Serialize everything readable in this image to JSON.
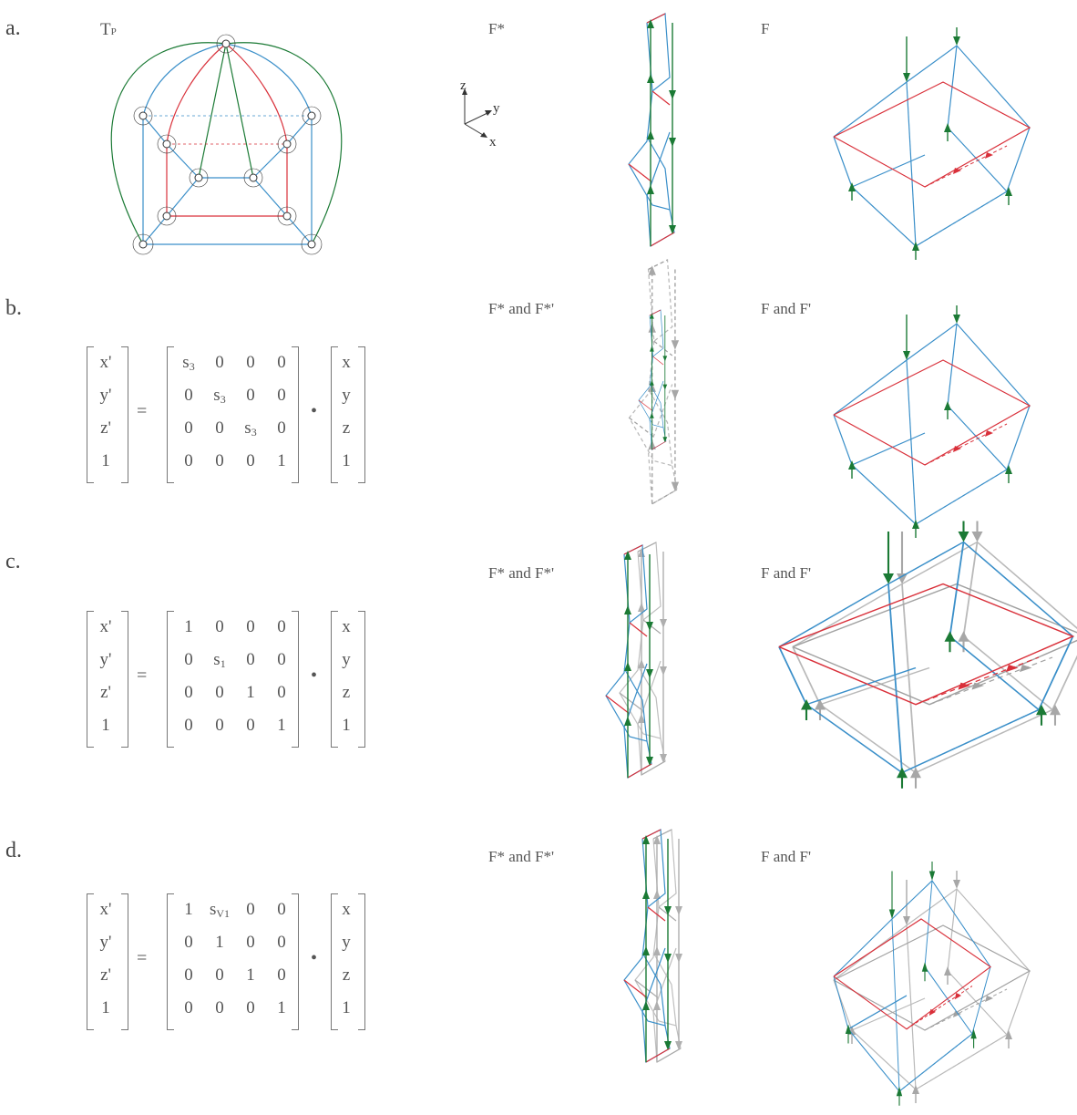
{
  "colors": {
    "blue": "#3a8fc9",
    "red": "#d9303a",
    "green": "#1b7a35",
    "gray": "#888888"
  },
  "rows": [
    {
      "label": "a.",
      "dual_title": "F*",
      "form_title": "F"
    },
    {
      "label": "b.",
      "dual_title": "F* and F*'",
      "form_title": "F and F'"
    },
    {
      "label": "c.",
      "dual_title": "F* and F*'",
      "form_title": "F and F'"
    },
    {
      "label": "d.",
      "dual_title": "F* and F*'",
      "form_title": "F and F'"
    }
  ],
  "tp_title": {
    "main": "T",
    "sub": "P"
  },
  "axes": {
    "z": "z",
    "y": "y",
    "x": "x"
  },
  "equals": "=",
  "dot": "•",
  "matrices": [
    {
      "lhs": [
        "x'",
        "y'",
        "z'",
        "1"
      ],
      "m": [
        [
          "s3",
          "0",
          "0",
          "0"
        ],
        [
          "0",
          "s3",
          "0",
          "0"
        ],
        [
          "0",
          "0",
          "s3",
          "0"
        ],
        [
          "0",
          "0",
          "0",
          "1"
        ]
      ],
      "rhs": [
        "x",
        "y",
        "z",
        "1"
      ]
    },
    {
      "lhs": [
        "x'",
        "y'",
        "z'",
        "1"
      ],
      "m": [
        [
          "1",
          "0",
          "0",
          "0"
        ],
        [
          "0",
          "s1",
          "0",
          "0"
        ],
        [
          "0",
          "0",
          "1",
          "0"
        ],
        [
          "0",
          "0",
          "0",
          "1"
        ]
      ],
      "rhs": [
        "x",
        "y",
        "z",
        "1"
      ]
    },
    {
      "lhs": [
        "x'",
        "y'",
        "z'",
        "1"
      ],
      "m": [
        [
          "1",
          "sV1",
          "0",
          "0"
        ],
        [
          "0",
          "1",
          "0",
          "0"
        ],
        [
          "0",
          "0",
          "1",
          "0"
        ],
        [
          "0",
          "0",
          "0",
          "1"
        ]
      ],
      "rhs": [
        "x",
        "y",
        "z",
        "1"
      ]
    }
  ]
}
